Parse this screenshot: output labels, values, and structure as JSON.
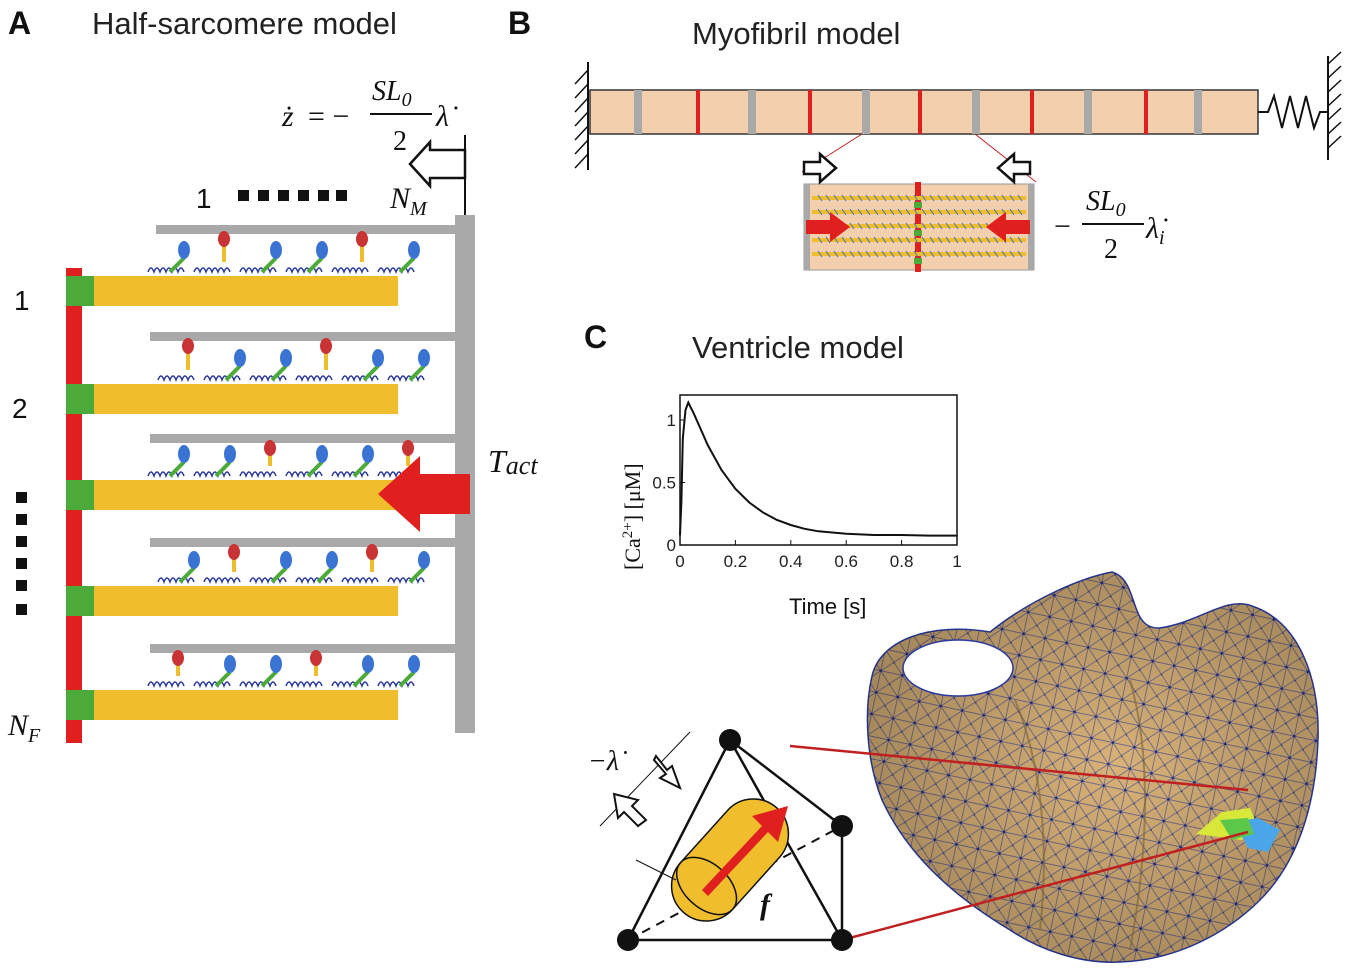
{
  "panels": {
    "a": {
      "letter": "A",
      "title": "Half-sarcomere model",
      "myosin_count_start": "1",
      "myosin_count_end_base": "N",
      "myosin_count_end_sub": "M",
      "filament_labels": [
        "1",
        "2"
      ],
      "filament_count_end_base": "N",
      "filament_count_end_sub": "F",
      "tension_label_base": "T",
      "tension_label_sub": "act",
      "velocity_eq": {
        "lhs": "ż",
        "equals": "= −",
        "numerator_base": "SL",
        "numerator_sub": "0",
        "denominator": "2",
        "rate": "λ̇"
      }
    },
    "b": {
      "letter": "B",
      "title": "Myofibril model",
      "velocity_eq": {
        "minus": "−",
        "numerator_base": "SL",
        "numerator_sub": "0",
        "denominator": "2",
        "rate": "λ̇",
        "rate_sub": "i"
      }
    },
    "c": {
      "letter": "C",
      "title": "Ventricle model",
      "rate_label": "−λ̇",
      "fiber_label": "f"
    }
  },
  "colors": {
    "thin_filament": "#f0be2c",
    "z_disc": "#e0201f",
    "m_line": "#a9a9a9",
    "myosin_blue": "#3b73d2",
    "myosin_red": "#c83333",
    "lever_green": "#4caa3a",
    "sarcomere_fill": "#f4cfad",
    "mesh_fill": "#d9b277",
    "mesh_edge": "#2a3a9c"
  },
  "chart_data": {
    "type": "line",
    "xlabel": "Time [s]",
    "ylabel_prefix": "[Ca",
    "ylabel_sup": "2+",
    "ylabel_suffix": "] [μM]",
    "xlim": [
      0,
      1
    ],
    "ylim": [
      0,
      1.2
    ],
    "xticks": [
      "0",
      "0.2",
      "0.4",
      "0.6",
      "0.8",
      "1"
    ],
    "yticks": [
      "0",
      "0.5",
      "1"
    ],
    "series": [
      {
        "x": [
          0,
          0.005,
          0.01,
          0.02,
          0.03,
          0.05,
          0.08,
          0.1,
          0.15,
          0.2,
          0.25,
          0.3,
          0.35,
          0.4,
          0.45,
          0.5,
          0.6,
          0.7,
          0.8,
          0.9,
          1.0
        ],
        "values": [
          0.08,
          0.35,
          0.85,
          1.08,
          1.14,
          1.05,
          0.9,
          0.8,
          0.6,
          0.45,
          0.34,
          0.26,
          0.2,
          0.16,
          0.13,
          0.11,
          0.09,
          0.08,
          0.08,
          0.075,
          0.075
        ]
      }
    ]
  }
}
